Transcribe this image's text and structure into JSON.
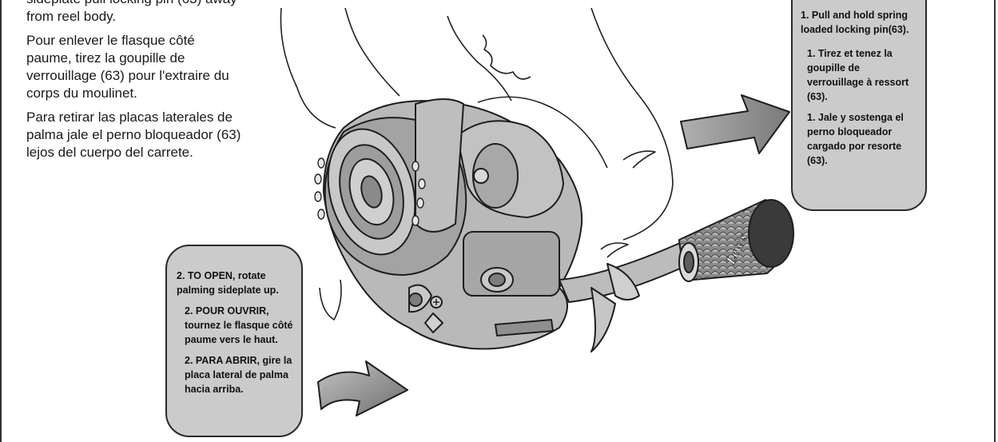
{
  "instructions": {
    "english": "sideplate pull locking pin (63) away from reel body.",
    "french": "Pour enlever le flasque côté paume, tirez la goupille de verrouillage (63) pour l'extraire du corps du moulinet.",
    "spanish": "Para retirar las placas laterales de palma jale el perno bloqueador (63) lejos del cuerpo del carrete."
  },
  "step1": {
    "english": "1. Pull and hold spring loaded locking pin(63).",
    "french": "1. Tirez et tenez la goupille de verrouillage à ressort (63).",
    "spanish": "1. Jale y sostenga el perno bloqueador cargado por resorte (63)."
  },
  "step2": {
    "english": "2. TO OPEN, rotate palming sideplate up.",
    "french": "2. POUR OUVRIR, tournez le flasque côté paume vers le haut.",
    "spanish": "2. PARA ABRIR, gire la placa lateral de palma hacia arriba."
  },
  "brand": "Lew's",
  "colors": {
    "callout_fill": "#cbcbcb",
    "arrow_fill": "#9a9a9a",
    "reel_fill": "#b9b9b9"
  }
}
